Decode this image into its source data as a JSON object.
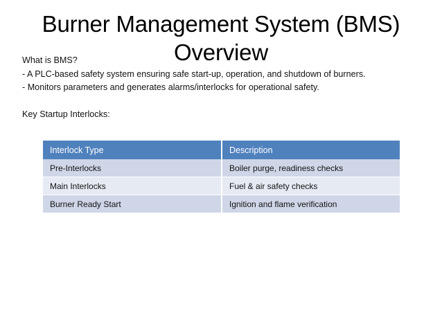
{
  "slide": {
    "title": "Burner Management System (BMS) Overview",
    "body": {
      "question": "What is BMS?",
      "bullet1": "- A PLC-based safety system ensuring safe start-up, operation, and shutdown of burners.",
      "bullet2": "- Monitors parameters and generates alarms/interlocks for operational safety.",
      "section_heading": "Key Startup Interlocks:"
    },
    "table": {
      "headers": [
        "Interlock Type",
        "Description"
      ],
      "rows": [
        [
          "Pre-Interlocks",
          "Boiler purge, readiness checks"
        ],
        [
          "Main Interlocks",
          "Fuel & air safety checks"
        ],
        [
          "Burner Ready Start",
          "Ignition and flame verification"
        ]
      ]
    },
    "colors": {
      "header_bg": "#4F81BD",
      "header_text": "#FFFFFF",
      "row_odd_bg": "#CFD6E7",
      "row_even_bg": "#E6EAF3",
      "page_bg": "#FFFFFF",
      "text": "#111111"
    }
  }
}
